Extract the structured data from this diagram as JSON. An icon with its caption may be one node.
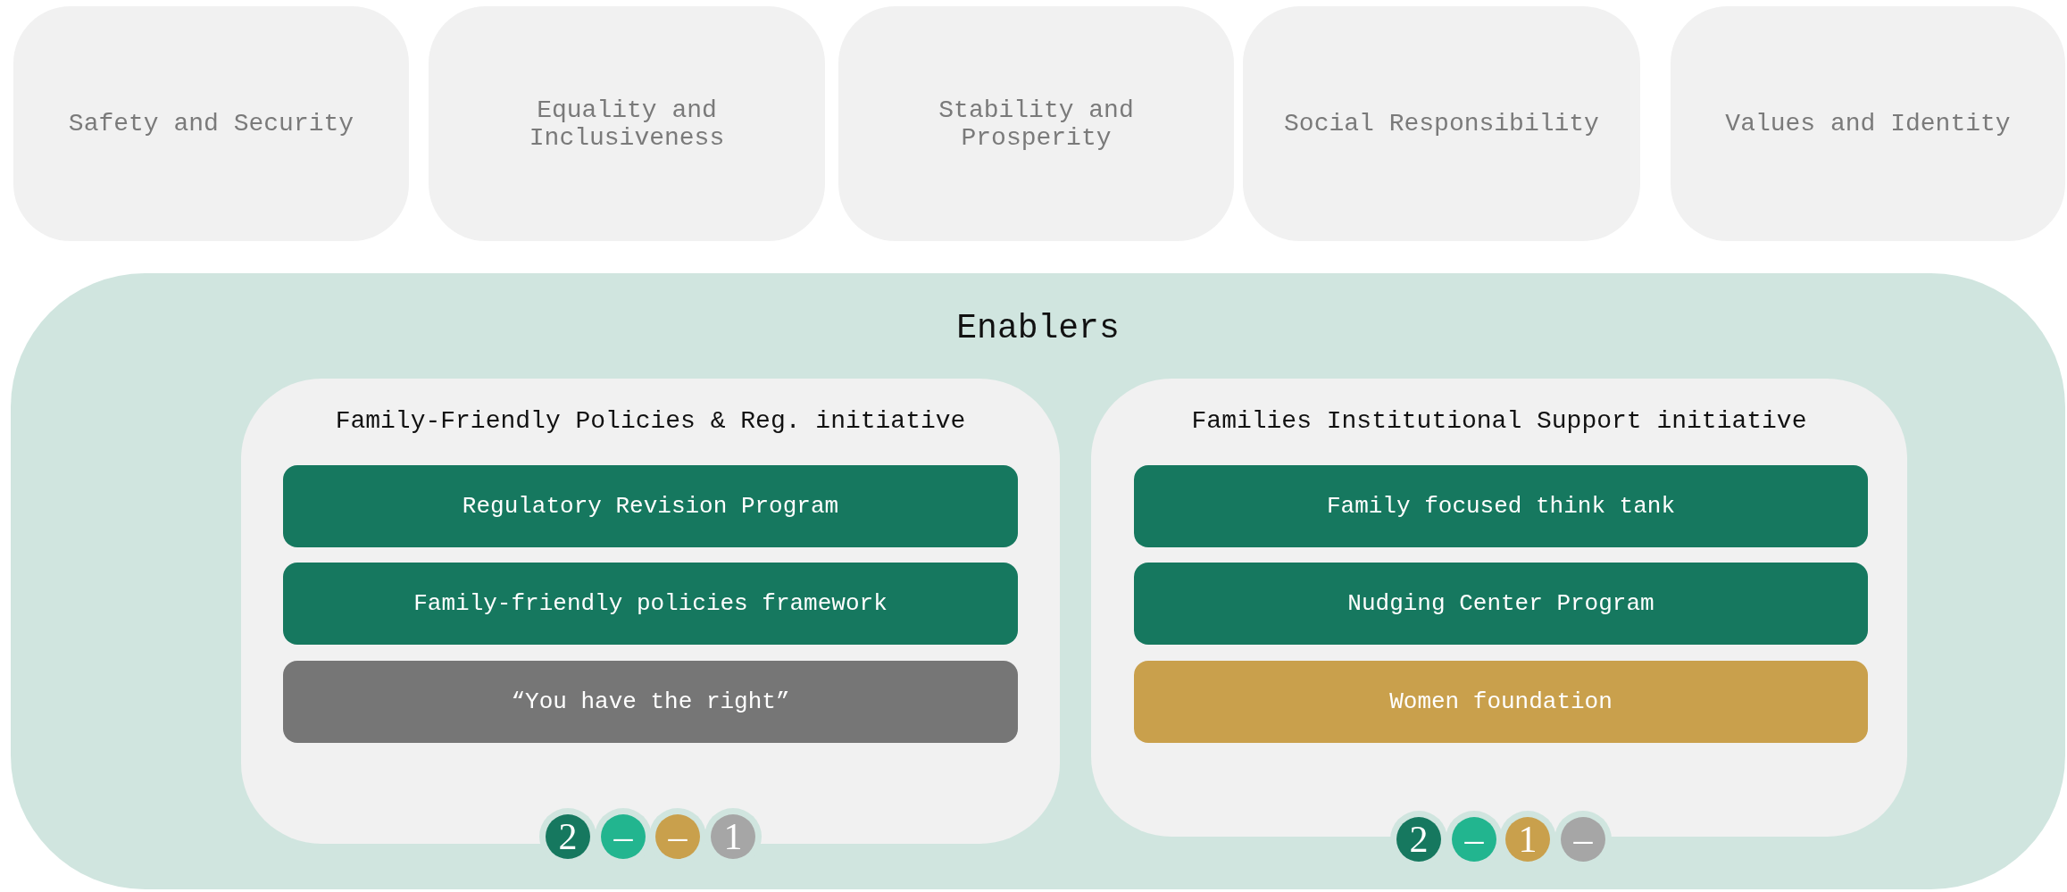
{
  "diagram": {
    "nodes": [
      {
        "text": [
          "Safety and Security"
        ]
      },
      {
        "text": [
          "Equality and Inclusiveness"
        ]
      },
      {
        "text": [
          "Stability and Prosperity"
        ]
      },
      {
        "text": [
          "Social Responsibility"
        ]
      },
      {
        "text": [
          "Values and Identity"
        ]
      },
      {
        "text": [
          "Enablers"
        ]
      },
      {
        "text": [
          "Family-Friendly Policies & Reg. initiative"
        ],
        "in": 5
      },
      {
        "text": [
          "Regulatory Revision Program"
        ],
        "in": 6
      },
      {
        "text": [
          "Family-friendly policies framework"
        ],
        "in": 6
      },
      {
        "text": [
          "“You have the right”"
        ],
        "in": 6
      },
      {
        "text": [
          "2"
        ],
        "in": 5
      },
      {
        "text": [
          "–"
        ],
        "in": 5
      },
      {
        "text": [
          "–"
        ],
        "in": 5
      },
      {
        "text": [
          "1"
        ],
        "in": 5
      },
      {
        "text": [
          "Families Institutional Support initiative"
        ],
        "in": 5
      },
      {
        "text": [
          "Family focused think tank"
        ],
        "in": 14
      },
      {
        "text": [
          "Nudging Center Program"
        ],
        "in": 14
      },
      {
        "text": [
          "Women foundation"
        ],
        "in": 14
      },
      {
        "text": [
          "2"
        ],
        "in": 5
      },
      {
        "text": [
          "–"
        ],
        "in": 5
      },
      {
        "text": [
          "1"
        ],
        "in": 5
      },
      {
        "text": [
          "–"
        ],
        "in": 5
      }
    ]
  }
}
